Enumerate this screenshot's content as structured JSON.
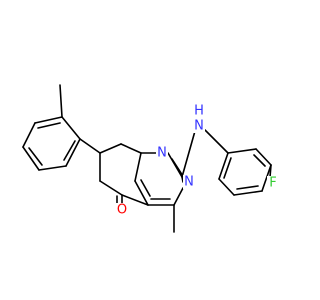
{
  "colors": {
    "bond": "#000000",
    "nitrogen": "#3333ff",
    "oxygen": "#ff0000",
    "fluorine": "#33cc33",
    "background": "#ffffff"
  },
  "atoms": {
    "n_ring_top": "N",
    "n_ring_bottom": "N",
    "nh": "N",
    "nh_h": "H",
    "o": "O",
    "f": "F"
  }
}
